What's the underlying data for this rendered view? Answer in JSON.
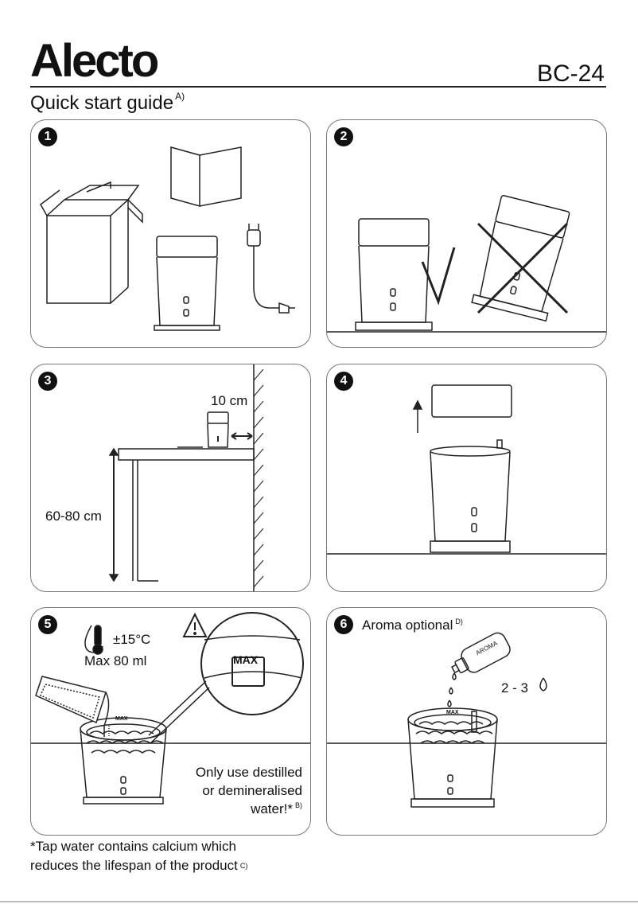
{
  "header": {
    "brand": "Alecto",
    "model": "BC-24",
    "title": "Quick start guide",
    "title_ref": "A)"
  },
  "steps": [
    {
      "number": "1"
    },
    {
      "number": "2"
    },
    {
      "number": "3",
      "distance_label": "10 cm",
      "height_label": "60-80 cm"
    },
    {
      "number": "4"
    },
    {
      "number": "5",
      "temperature": "±15°C",
      "max_volume": "Max 80 ml",
      "max_mark": "MAX",
      "note_line1": "Only use destilled",
      "note_line2": "or demineralised",
      "note_line3": "water!*",
      "note_ref": "B)"
    },
    {
      "number": "6",
      "title": "Aroma optional",
      "title_ref": "D)",
      "bottle_label": "AROMA",
      "drops": "2 - 3",
      "max_mark": "MAX"
    }
  ],
  "footnote": {
    "line1": "*Tap water contains calcium which",
    "line2": "reduces the lifespan of the product",
    "ref": "C)"
  }
}
